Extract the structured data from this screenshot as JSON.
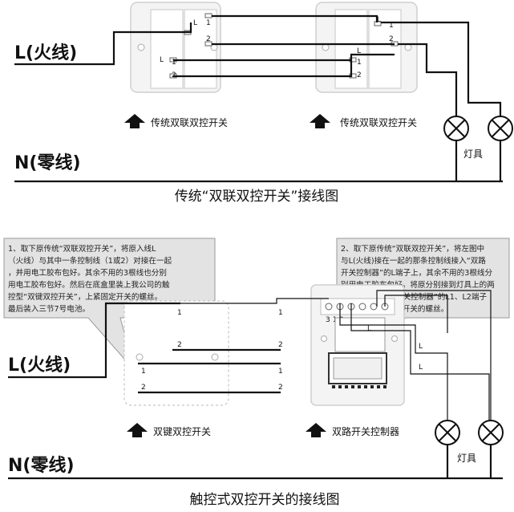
{
  "labels": {
    "live": "L(火线)",
    "neutral": "N(零线)",
    "lamp": "灯具",
    "traditional_switch": "传统双联双控开关",
    "touch_switch": "双键双控开关",
    "controller": "双路开关控制器",
    "title_top": "传统“双联双控开关”接线图",
    "title_bottom": "触控式双控开关的接线图",
    "term_L": "L",
    "term_1": "1",
    "term_2": "2",
    "ctrl_term_L": "L",
    "ctrl_terms": "3 1 2"
  },
  "notes": {
    "left": [
      "1、取下原传统“双联双控开关”，将原入线L",
      "（火线）与其中一条控制线（1或2）对接在一起",
      "，并用电工胶布包好。其余不用的3根线也分别",
      "用电工胶布包好。然后在底盒里装上我公司的触",
      "控型“双键双控开关”，上紧固定开关的螺丝。",
      "最后装入三节7号电池。"
    ],
    "right": [
      "2、取下原传统“双联双控开关”，将左图中",
      "与L(火线)接在一起的那条控制线接入“双路",
      "开关控制器”的L端子上，其余不用的3根线分",
      "别用电工胶布包好。将原分别接到灯具上的两",
      "条L线接入“双路开关控制器”的L1、L2端子",
      "上。最后上紧固定开关的螺丝。"
    ]
  },
  "icons": {
    "arrow": "up-arrow-icon",
    "lamp": "lamp-icon"
  }
}
